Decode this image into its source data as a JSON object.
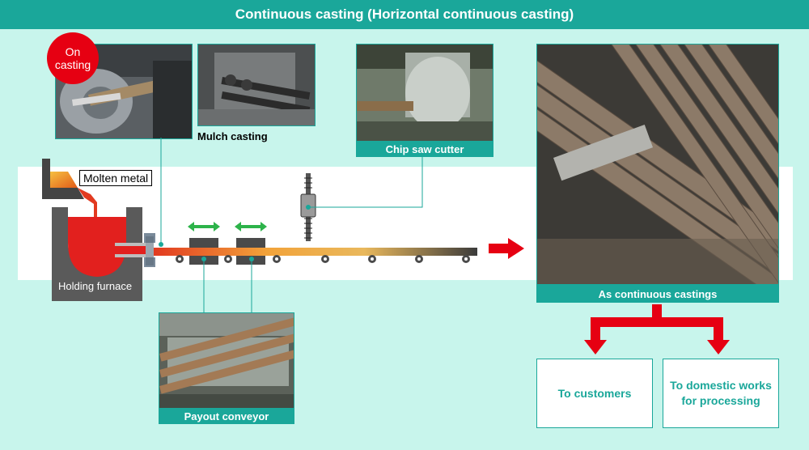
{
  "header": {
    "title": "Continuous casting (Horizontal continuous casting)"
  },
  "badge": {
    "line1": "On",
    "line2": "casting"
  },
  "labels": {
    "mulch_casting": "Mulch casting",
    "chip_saw_cutter": "Chip saw cutter",
    "molten_metal": "Molten metal",
    "holding_furnace": "Holding furnace",
    "payout_conveyor": "Payout conveyor",
    "as_continuous_castings": "As continuous castings"
  },
  "destinations": {
    "customers": "To customers",
    "domestic_line1": "To domestic works",
    "domestic_line2": "for processing"
  },
  "colors": {
    "accent": "#1aa79a",
    "background": "#c8f5ec",
    "red": "#e60012",
    "green": "#2db34a"
  }
}
